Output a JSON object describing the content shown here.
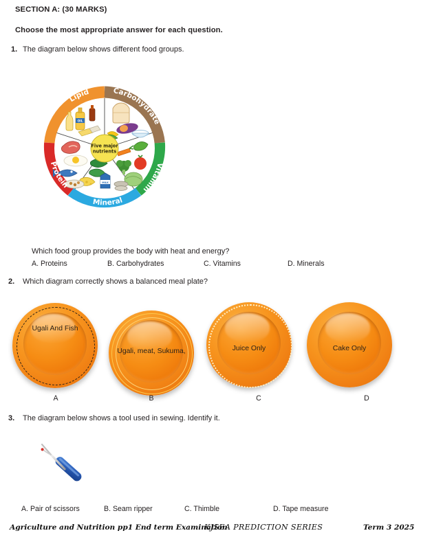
{
  "header": {
    "section_title": "SECTION A: (30 MARKS)",
    "instruction": "Choose the most appropriate answer for each question."
  },
  "questions": [
    {
      "number": "1.",
      "stem": "The diagram below shows different food groups.",
      "sub_stem": "Which food group provides the body with heat and energy?",
      "options": [
        {
          "label": "A. Proteins"
        },
        {
          "label": "B. Carbohydrates"
        },
        {
          "label": "C. Vitamins"
        },
        {
          "label": "D. Minerals"
        }
      ]
    },
    {
      "number": "2.",
      "stem": "Which diagram correctly shows a balanced meal plate?",
      "plates": [
        {
          "letter": "A",
          "text": "Ugali And Fish",
          "rim": "dashed"
        },
        {
          "letter": "B",
          "text": "Ugali, meat, Sukuma,",
          "rim": "solid"
        },
        {
          "letter": "C",
          "text": "Juice Only",
          "rim": "dotted"
        },
        {
          "letter": "D",
          "text": "Cake Only",
          "rim": "plain"
        }
      ]
    },
    {
      "number": "3.",
      "stem": "The diagram below shows a tool used in sewing. Identify it.",
      "options": [
        {
          "label": "A. Pair of scissors"
        },
        {
          "label": "B. Seam ripper"
        },
        {
          "label": "C. Thimble"
        },
        {
          "label": "D. Tape measure"
        }
      ]
    }
  ],
  "food_wheel": {
    "center_line1": "Five major",
    "center_line2": "nutrients",
    "segments": [
      {
        "name": "Lipid",
        "color": "#F0922E"
      },
      {
        "name": "Carbohydrate",
        "color": "#9A7551"
      },
      {
        "name": "Vitamin",
        "color": "#2EA84A"
      },
      {
        "name": "Mineral",
        "color": "#2BA9E0"
      },
      {
        "name": "Protein",
        "color": "#D92A28"
      }
    ]
  },
  "footer": {
    "left": "Agriculture and Nutrition pp1 End term Examination",
    "middle": "KJSEA PREDICTION SERIES",
    "right": "Term 3 2025"
  }
}
